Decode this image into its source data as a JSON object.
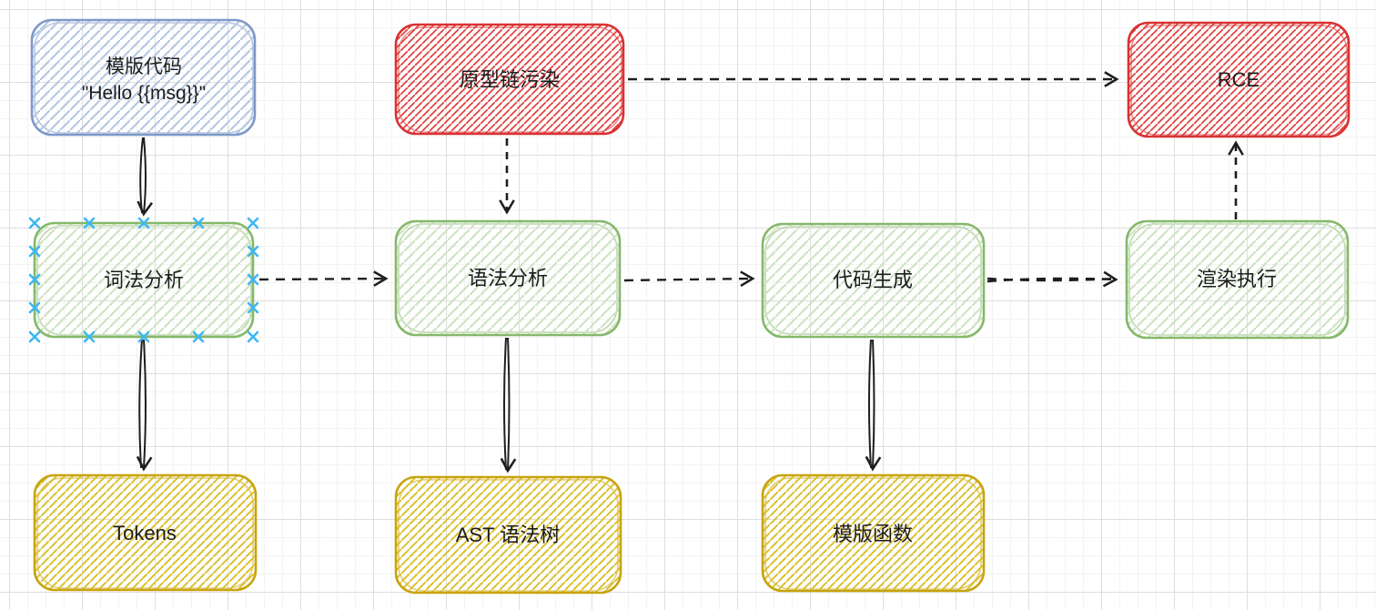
{
  "canvas": {
    "background": "#ffffff",
    "grid_minor_color": "#f3f3f3",
    "grid_major_color": "#dedede"
  },
  "colors": {
    "blue_stroke": "#7e99c9",
    "blue_hachure": "#b7c8e2",
    "red_stroke": "#d93232",
    "red_hachure": "#e24040",
    "green_stroke": "#85b86a",
    "green_hachure": "#cfe3c3",
    "yellow_stroke": "#c7a40e",
    "yellow_hachure": "#dcc02e",
    "text": "#1c1c1c",
    "arrow": "#1e1e1e",
    "selection_handle": "#3db7f4"
  },
  "nodes": {
    "template_code": {
      "line1": "模版代码",
      "line2": "\"Hello {{msg}}\"",
      "color": "blue"
    },
    "prototype_pollution": {
      "label": "原型链污染",
      "color": "red"
    },
    "rce": {
      "label": "RCE",
      "color": "red"
    },
    "lexical_analysis": {
      "label": "词法分析",
      "color": "green",
      "selected": true
    },
    "syntax_analysis": {
      "label": "语法分析",
      "color": "green"
    },
    "code_generation": {
      "label": "代码生成",
      "color": "green"
    },
    "render_execution": {
      "label": "渲染执行",
      "color": "green"
    },
    "tokens": {
      "label": "Tokens",
      "color": "yellow"
    },
    "ast_tree": {
      "label": "AST 语法树",
      "color": "yellow"
    },
    "template_function": {
      "label": "模版函数",
      "color": "yellow"
    }
  },
  "edges": [
    {
      "from": "template_code",
      "to": "lexical_analysis",
      "style": "solid"
    },
    {
      "from": "prototype_pollution",
      "to": "syntax_analysis",
      "style": "dashed"
    },
    {
      "from": "prototype_pollution",
      "to": "rce",
      "style": "dashed"
    },
    {
      "from": "lexical_analysis",
      "to": "syntax_analysis",
      "style": "dashed"
    },
    {
      "from": "syntax_analysis",
      "to": "code_generation",
      "style": "dashed"
    },
    {
      "from": "code_generation",
      "to": "render_execution",
      "style": "dashed"
    },
    {
      "from": "render_execution",
      "to": "rce",
      "style": "dashed"
    },
    {
      "from": "lexical_analysis",
      "to": "tokens",
      "style": "solid"
    },
    {
      "from": "syntax_analysis",
      "to": "ast_tree",
      "style": "solid"
    },
    {
      "from": "code_generation",
      "to": "template_function",
      "style": "solid"
    }
  ],
  "selected_node": "lexical_analysis"
}
